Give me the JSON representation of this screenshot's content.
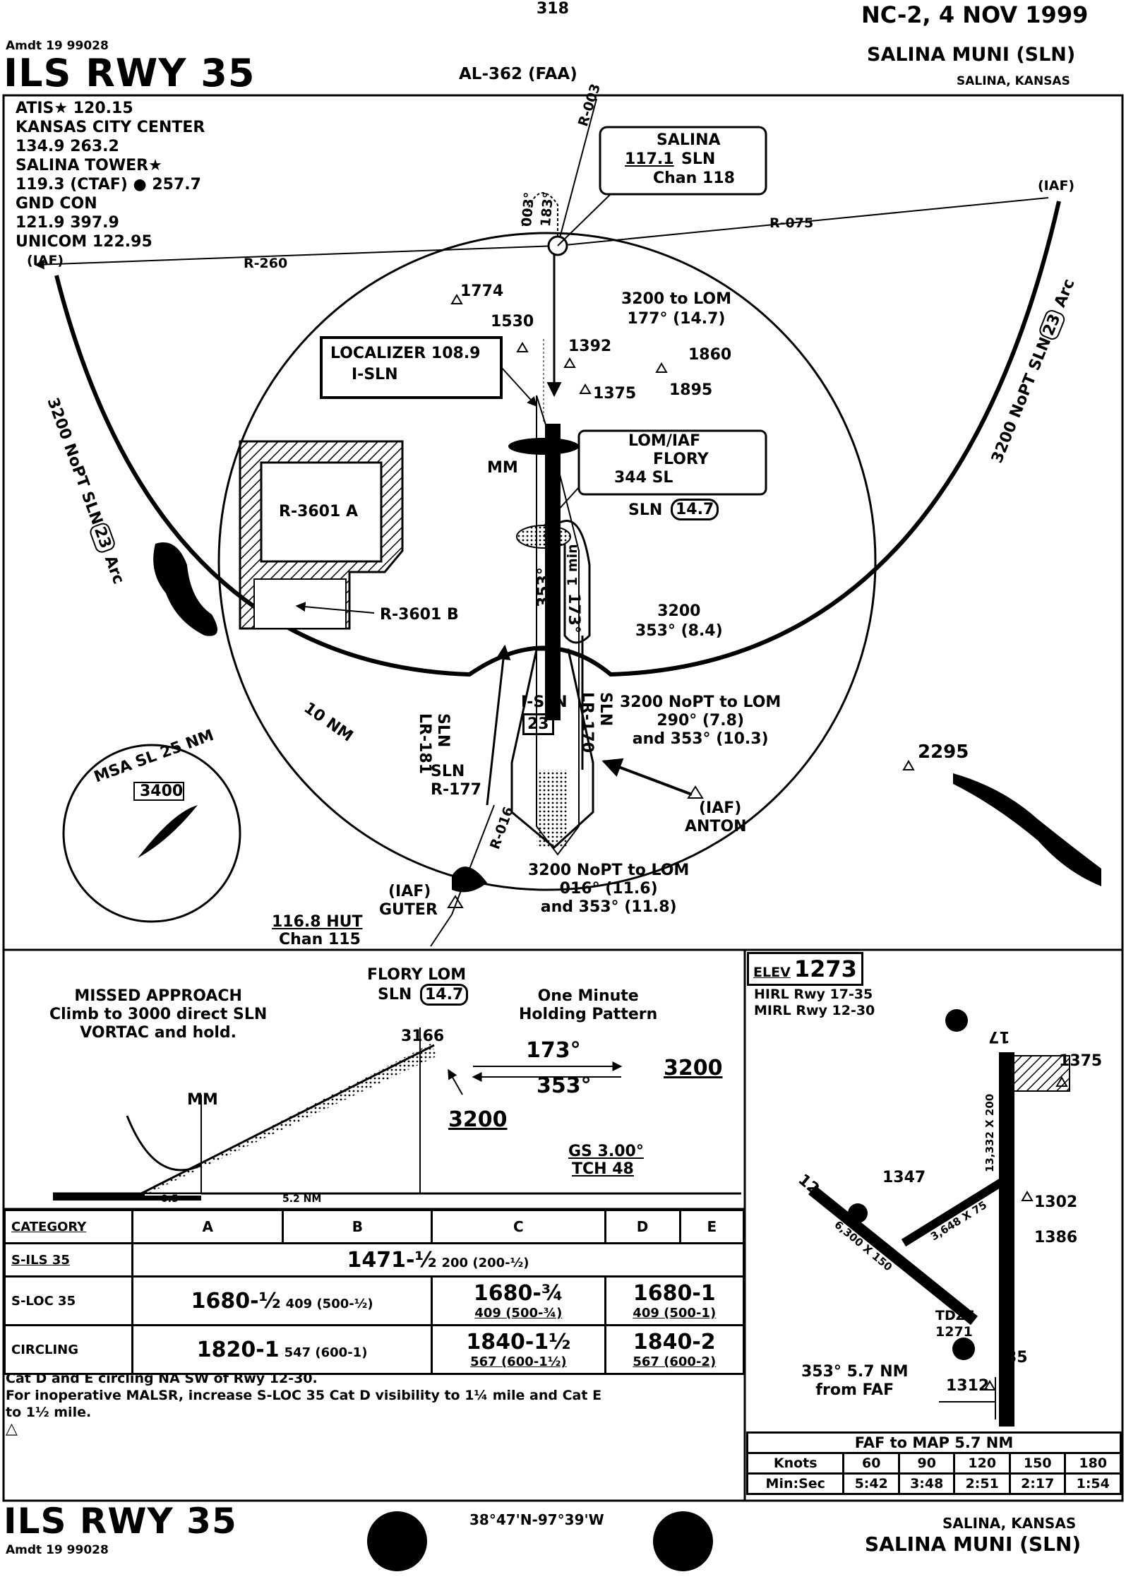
{
  "header": {
    "page_number": "318",
    "cycle": "NC-2, 4 NOV 1999",
    "amendment": "Amdt 19 99028",
    "procedure_title": "ILS RWY 35",
    "chart_id": "AL-362 (FAA)",
    "airport_name": "SALINA MUNI (SLN)",
    "airport_city": "SALINA, KANSAS"
  },
  "communications": [
    "ATIS★ 120.15",
    "KANSAS CITY CENTER",
    "134.9 263.2",
    "SALINA TOWER★",
    "119.3 (CTAF) ● 257.7",
    "GND CON",
    "121.9 397.9",
    "UNICOM 122.95"
  ],
  "plan_view": {
    "vortac": {
      "name": "SALINA",
      "freq": "117.1",
      "ident": "SLN",
      "channel": "Chan 118"
    },
    "localizer": {
      "line1": "LOCALIZER 108.9",
      "line2": "I-SLN"
    },
    "lom": {
      "line1": "LOM/IAF",
      "line2": "FLORY",
      "line3": "344 SL"
    },
    "radials": {
      "r003": "R-003",
      "r075": "R-075",
      "r260": "R-260",
      "r016": "R-016",
      "r183": "183°",
      "r003b": "003°"
    },
    "iaf_labels": {
      "iaf_left": "(IAF)",
      "iaf_right": "(IAF)",
      "anton_iaf": "(IAF)",
      "anton": "ANTON",
      "guter_iaf": "(IAF)",
      "guter": "GUTER"
    },
    "hutchinson": {
      "freq": "116.8 HUT",
      "channel": "Chan 115"
    },
    "restricted_a": "R-3601 A",
    "restricted_b": "R-3601 B",
    "obstacles": [
      "1774",
      "1530",
      "1392",
      "1375",
      "1860",
      "1895",
      "2295"
    ],
    "route_notes": {
      "north": [
        "3200 to LOM",
        "177° (14.7)"
      ],
      "hold": [
        "3200",
        "353° (8.4)"
      ],
      "anton": [
        "3200 NoPT to LOM",
        "290° (7.8)",
        "and 353° (10.3)"
      ],
      "guter": [
        "3200 NoPT to LOM",
        "016° (11.6)",
        "and 353° (11.8)"
      ]
    },
    "arc_left": [
      "3200 NoPT",
      "SLN",
      "23",
      "Arc"
    ],
    "arc_right": [
      "3200 NoPT",
      "SLN",
      "23",
      "Arc"
    ],
    "sln_dme": {
      "label": "SLN",
      "value": "14.7"
    },
    "mm": "MM",
    "one_min": "1 min",
    "course_353": "353°",
    "course_173": "173°",
    "lr181": [
      "SLN",
      "LR-181"
    ],
    "sln_170": [
      "SLN",
      "LR-170"
    ],
    "sln_r177": [
      "SLN",
      "R-177"
    ],
    "isln": {
      "label": "I-SLN",
      "dme": "23"
    },
    "ten_nm": "10 NM",
    "msa": {
      "label": "MSA SL 25 NM",
      "altitude": "3400"
    }
  },
  "profile": {
    "missed_approach": [
      "MISSED APPROACH",
      "Climb to 3000 direct SLN",
      "VORTAC and hold."
    ],
    "fix": {
      "name": "FLORY LOM",
      "dme_label": "SLN",
      "dme": "14.7",
      "alt": "3166"
    },
    "holding": [
      "One Minute",
      "Holding Pattern"
    ],
    "outbound": "173°",
    "inbound": "353°",
    "hold_alt": "3200",
    "glideslope_alt": "3200",
    "gs": "GS 3.00°",
    "tch": "TCH 48",
    "mm": "MM",
    "dist_short": "0.5",
    "dist_long": "5.2 NM"
  },
  "airport_sketch": {
    "elev_label": "ELEV",
    "elev": "1273",
    "hirl": "HIRL Rwy 17-35",
    "mirl": "MIRL Rwy 12-30",
    "rwy17": "17",
    "rwy35": "35",
    "rwy12": "12",
    "rwy_main": "13,332 X 200",
    "rwy_cross": "6,300 X 150",
    "rwy_third": "3,648 X 75",
    "obstacles": [
      "1375",
      "1347",
      "1302",
      "1386",
      "1312"
    ],
    "tdze_label": "TDZE",
    "tdze": "1271",
    "faf_note": [
      "353° 5.7 NM",
      "from FAF"
    ]
  },
  "minimums": {
    "header": [
      "CATEGORY",
      "A",
      "B",
      "C",
      "D",
      "E"
    ],
    "sils": {
      "label": "S-ILS 35",
      "value": "1471-½",
      "haa": "200 (200-½)"
    },
    "sloc": {
      "label": "S-LOC 35",
      "ab": "1680-½",
      "ab_haa": "409 (500-½)",
      "c": "1680-¾",
      "c_haa": "409 (500-¾)",
      "de": "1680-1",
      "de_haa": "409 (500-1)"
    },
    "circling": {
      "label": "CIRCLING",
      "ab": "1820-1",
      "ab_haa": "547 (600-1)",
      "c": "1840-1½",
      "c_haa": "567 (600-1½)",
      "de": "1840-2",
      "de_haa": "567 (600-2)"
    }
  },
  "notes": [
    "Cat D and E circling NA SW of Rwy 12-30.",
    "For inoperative MALSR, increase S-LOC 35 Cat D visibility to 1¼ mile and Cat E",
    "to 1½ mile."
  ],
  "timing": {
    "title": "FAF to MAP 5.7 NM",
    "knots_label": "Knots",
    "knots": [
      "60",
      "90",
      "120",
      "150",
      "180"
    ],
    "minsec_label": "Min:Sec",
    "times": [
      "5:42",
      "3:48",
      "2:51",
      "2:17",
      "1:54"
    ]
  },
  "footer": {
    "title": "ILS RWY 35",
    "amendment": "Amdt 19 99028",
    "coordinates": "38°47'N-97°39'W",
    "city": "SALINA, KANSAS",
    "airport": "SALINA MUNI (SLN)"
  },
  "colors": {
    "ink": "#000000",
    "paper": "#ffffff"
  }
}
